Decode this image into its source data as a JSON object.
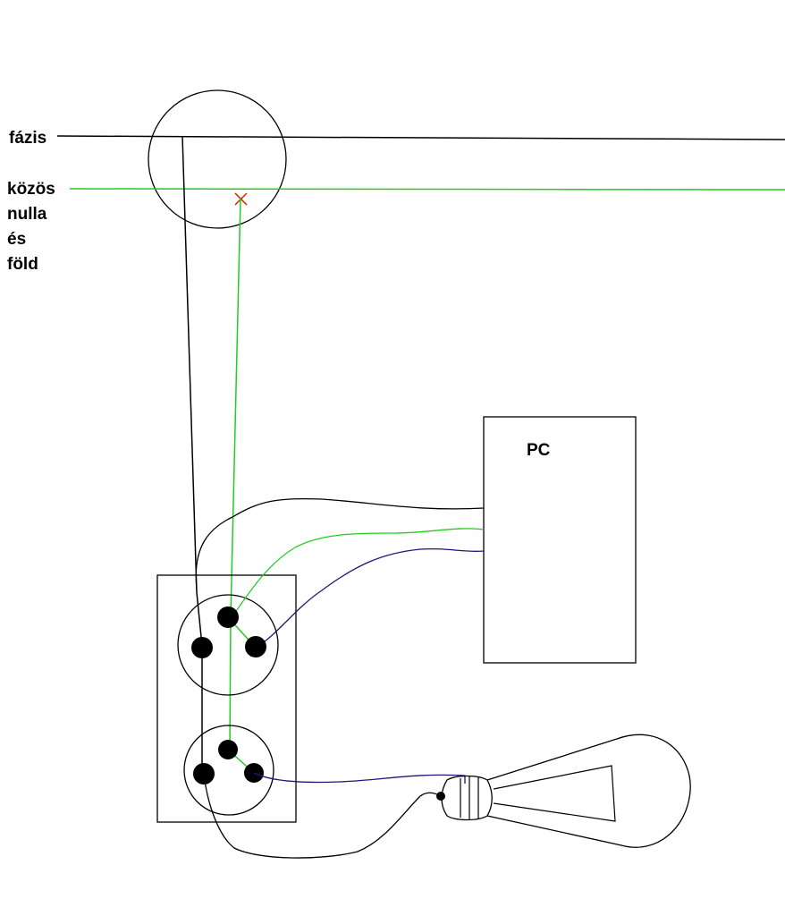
{
  "labels": {
    "phase": "fázis",
    "neutral_line1": "közös",
    "neutral_line2": "nulla",
    "neutral_line3": "és",
    "neutral_line4": "föld",
    "pc": "PC"
  },
  "colors": {
    "phase_wire": "#000000",
    "neutral_wire": "#22cc22",
    "blue_wire": "#1a1a7a",
    "cross_mark": "#cc2200",
    "outline": "#000000",
    "background": "#ffffff"
  }
}
